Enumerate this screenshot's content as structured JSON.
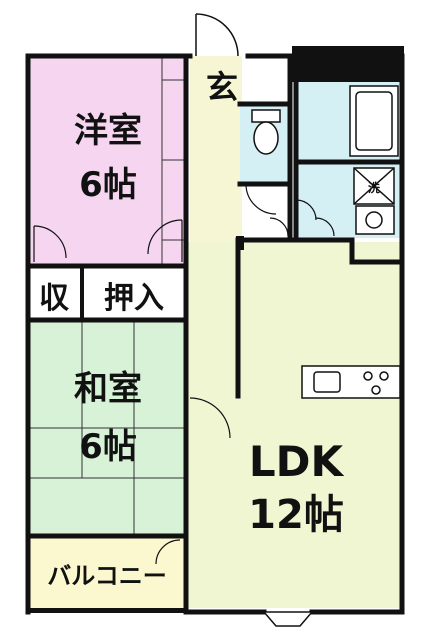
{
  "rooms": {
    "western": {
      "name": "洋室",
      "size": "6帖"
    },
    "storage": {
      "name": "収"
    },
    "closet": {
      "name": "押入"
    },
    "japanese": {
      "name": "和室",
      "size": "6帖"
    },
    "entrance": {
      "name": "玄"
    },
    "ldk": {
      "name": "LDK",
      "size": "12帖"
    },
    "balcony": {
      "name": "バルコニー"
    },
    "washer": {
      "name": "洗"
    }
  },
  "colors": {
    "western": "#f5d5ef",
    "japanese": "#d8f2d8",
    "ldk": "#f0f6d2",
    "corridor": "#f6f5d4",
    "wet": "#d5f0f5",
    "balcony": "#fbf8cf",
    "wall": "#111111",
    "storage": "#ffffff"
  }
}
